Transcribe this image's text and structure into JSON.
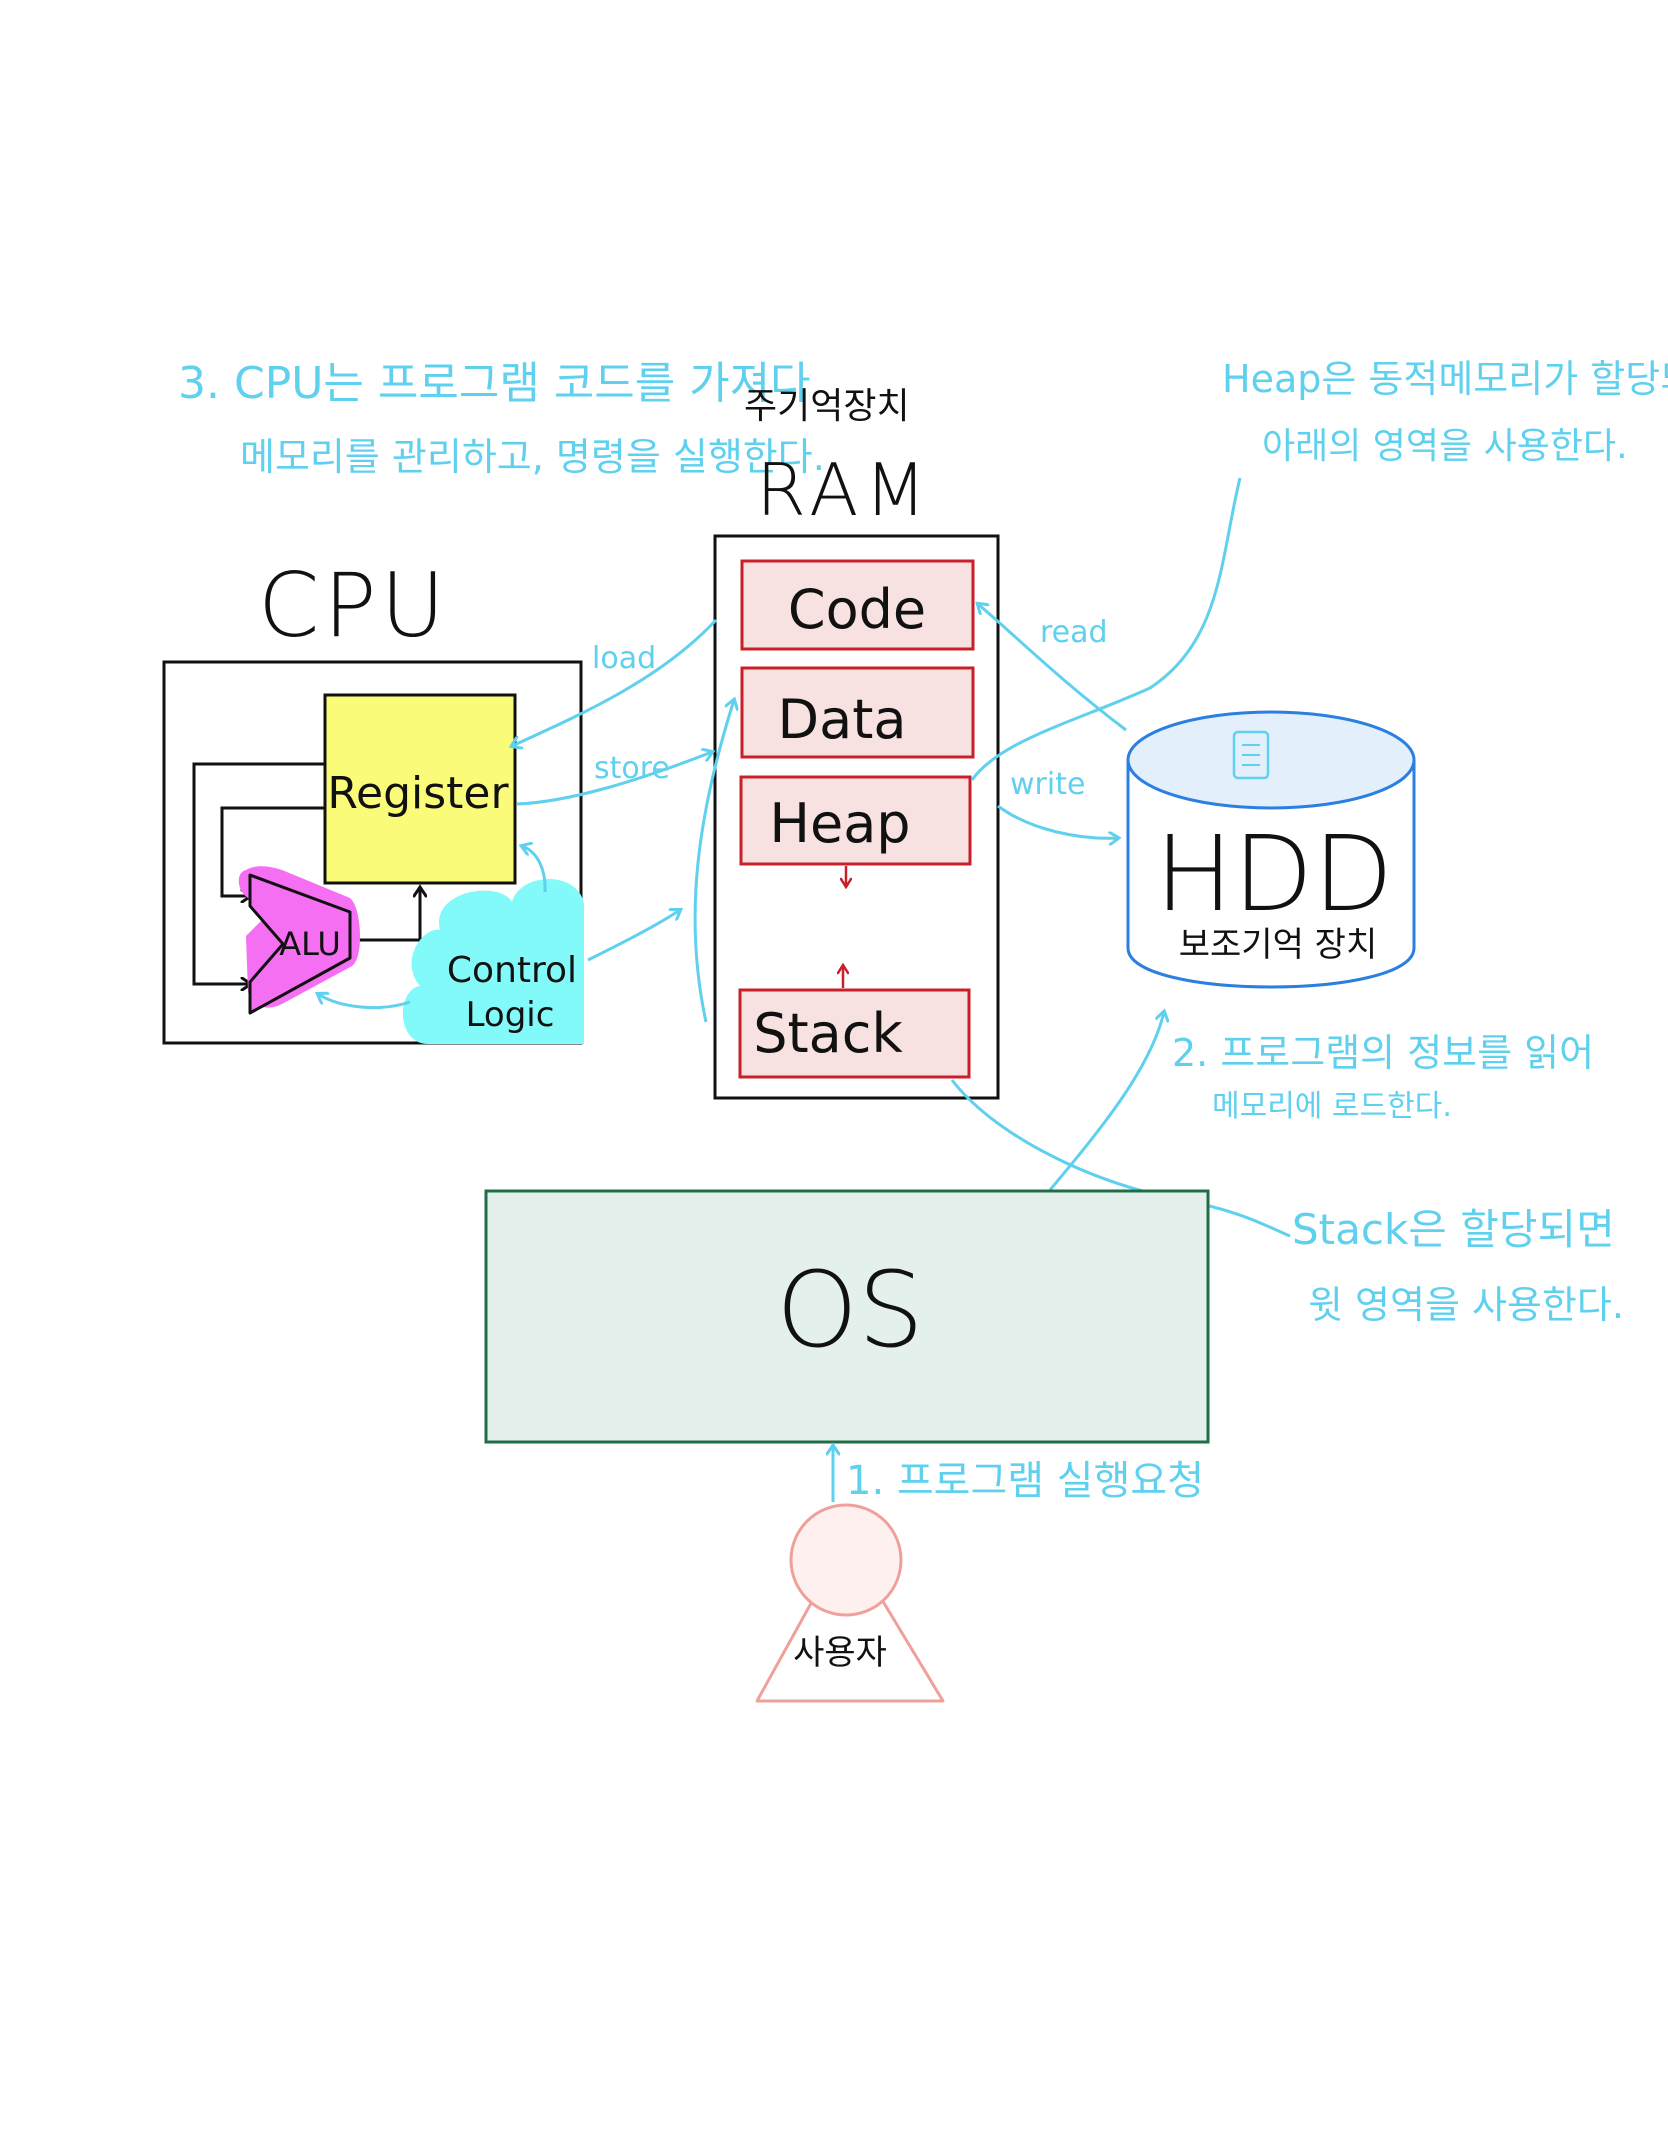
{
  "colors": {
    "ink": "#111111",
    "note": "#5fd0ee",
    "ram_segment_fill": "#f8e1e1",
    "ram_segment_stroke": "#c8202a",
    "register_fill": "#fbfb7a",
    "alu_fill": "#f56ff2",
    "control_fill": "#83fafa",
    "hdd_fill": "#e3effb",
    "hdd_stroke": "#2a7fe0",
    "os_fill": "#e4f0ec",
    "os_stroke": "#1f6e46",
    "user_stroke": "#f0a09a",
    "user_fill": "#fdf0ef"
  },
  "notes": {
    "cpu_step_line1": "3. CPU는 프로그램 코드를 가져다",
    "cpu_step_line2": "메모리를 관리하고, 명령을 실행한다.",
    "heap_line1": "Heap은 동적메모리가 할당되면",
    "heap_line2": "아래의 영역을 사용한다.",
    "load_step_line1": "2. 프로그램의 정보를 읽어",
    "load_step_line2": "메모리에 로드한다.",
    "stack_line1": "Stack은 할당되면",
    "stack_line2": "윗 영역을 사용한다.",
    "request_step": "1. 프로그램 실행요청"
  },
  "ram": {
    "subtitle": "주기억장치",
    "title": "RAM",
    "segments": [
      "Code",
      "Data",
      "Heap",
      "Stack"
    ]
  },
  "cpu": {
    "title": "CPU",
    "register": "Register",
    "alu": "ALU",
    "control_line1": "Control",
    "control_line2": "Logic"
  },
  "edges": {
    "load": "load",
    "store": "store",
    "read": "read",
    "write": "write"
  },
  "hdd": {
    "title": "HDD",
    "subtitle": "보조기억 장치",
    "icon": "document-icon"
  },
  "os": {
    "label": "OS"
  },
  "user": {
    "label": "사용자"
  }
}
